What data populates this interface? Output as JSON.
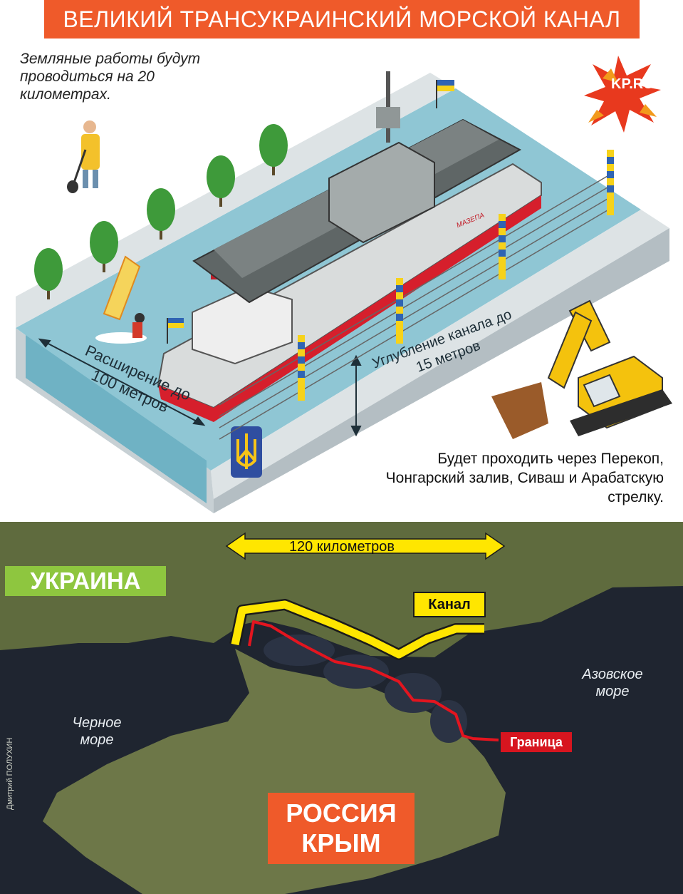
{
  "title": "ВЕЛИКИЙ ТРАНСУКРАИНСКИЙ МОРСКОЙ КАНАЛ",
  "logo_text": "KP.RU",
  "notes": {
    "earthworks": "Земляные работы будут проводиться на 20 километрах.",
    "route": "Будет проходить через Перекоп, Чонгарский залив, Сиваш и Арабатскую стрелку."
  },
  "dimensions": {
    "width_label": "Расширение до 100 метров",
    "depth_label": "Углубление канала до 15 метров"
  },
  "ship_name": "МАЗЕПА",
  "map": {
    "distance_label": "120 километров",
    "ukraine_label": "УКРАИНА",
    "canal_label": "Канал",
    "border_label": "Граница",
    "azov_label": "Азовское море",
    "black_sea_label": "Черное море",
    "russia_label": "РОССИЯ",
    "crimea_label": "КРЫМ",
    "author_credit": "Дмитрий ПОЛУХИН"
  },
  "colors": {
    "accent_orange": "#ef5a2a",
    "ukraine_green": "#8ec63f",
    "canal_yellow": "#ffe600",
    "border_red": "#d7151f",
    "water": "#8fc6d4",
    "bank": "#dde3e5"
  },
  "icons": [
    "kp-logo-icon",
    "worker-with-shovel-icon",
    "tree-icon",
    "windsurfer-icon",
    "warship-icon",
    "tanker-ship-icon",
    "border-post-icon",
    "barbed-wire-fence-icon",
    "excavator-icon",
    "ukraine-trident-icon",
    "double-arrow-icon",
    "ukraine-flag-icon"
  ]
}
